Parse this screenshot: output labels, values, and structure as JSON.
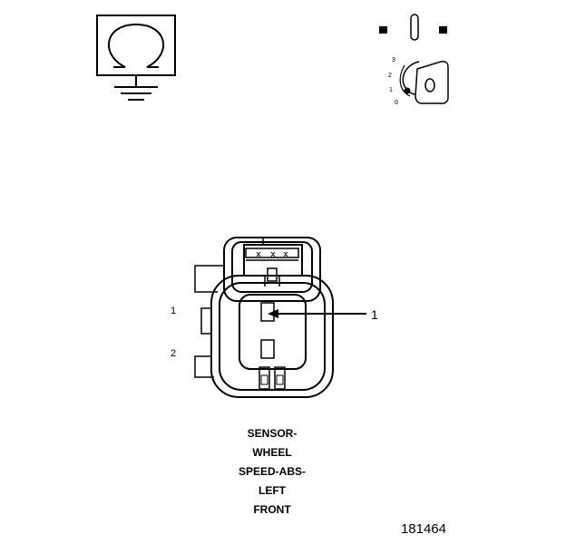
{
  "ohmmeter": {
    "icon": "ohmmeter-icon"
  },
  "ignition_key": {
    "icon": "ignition-key-icon",
    "positions": [
      "3",
      "2",
      "1",
      "0"
    ]
  },
  "connector": {
    "icon": "connector-icon",
    "pin_labels": [
      "1",
      "2"
    ],
    "callout": "1"
  },
  "caption": [
    "SENSOR-",
    "WHEEL",
    "SPEED-ABS-",
    "LEFT",
    "FRONT"
  ],
  "figure_number": "181464",
  "colors": {
    "line": "#000000",
    "background": "#ffffff"
  }
}
